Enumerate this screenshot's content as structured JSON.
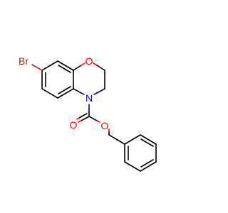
{
  "molecule": {
    "atoms": {
      "bromine": "Br",
      "ring_oxygen": "O",
      "ring_nitrogen": "N",
      "carbonyl_oxygen": "O",
      "ester_oxygen": "O"
    },
    "colors": {
      "bond": "#000000",
      "bromine": "#a52a2a",
      "oxygen": "#ff0000",
      "nitrogen": "#0000ff"
    }
  }
}
